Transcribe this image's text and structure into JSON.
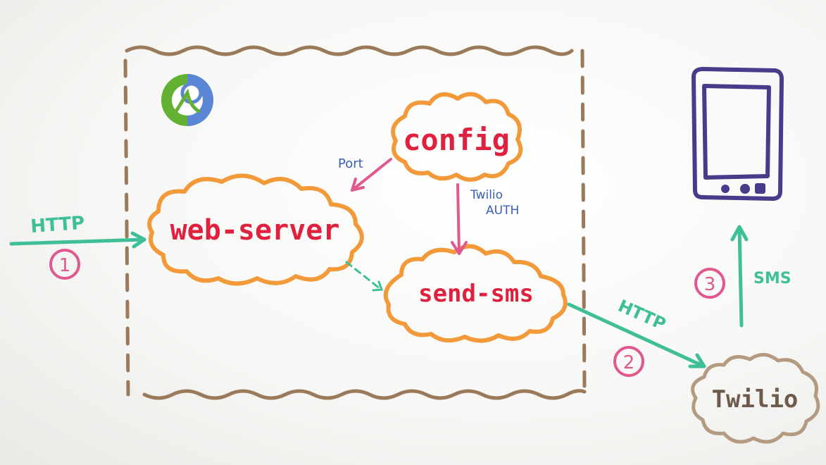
{
  "diagram": {
    "labels": {
      "config": "config",
      "web_server": "web-server",
      "send_sms": "send-sms",
      "twilio": "Twilio",
      "port": "Port",
      "twilio_auth_line1": "Twilio",
      "twilio_auth_line2": "AUTH",
      "http_in": "HTTP",
      "http_out": "HTTP",
      "sms": "SMS",
      "step1": "1",
      "step2": "2",
      "step3": "3"
    },
    "colors": {
      "system_boundary": "#9a7a5a",
      "cloud_outline": "#f29a3a",
      "cloud_text": "#e0203f",
      "twilio_outline": "#b59a82",
      "twilio_text": "#6e5a4a",
      "pink_arrow": "#e0588f",
      "teal_arrow": "#3fbf98",
      "blue_text": "#3a60b8",
      "phone": "#4a3a8a",
      "step_circle": "#e0588f",
      "logo_blue": "#5b86d6",
      "logo_green": "#62b132"
    },
    "icons": [
      "clojure-logo-icon",
      "smartphone-icon"
    ]
  }
}
